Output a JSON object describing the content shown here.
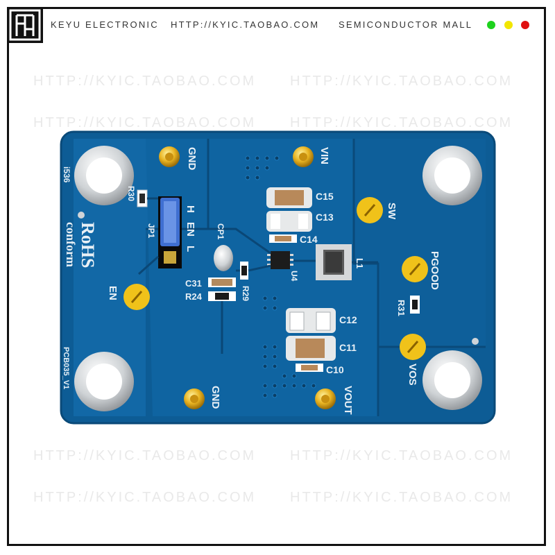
{
  "header": {
    "brand": "KEYU ELECTRONIC",
    "url": "HTTP://KYIC.TAOBAO.COM",
    "mall": "SEMICONDUCTOR MALL",
    "dots": [
      "#1ed21e",
      "#f2e600",
      "#e01010"
    ]
  },
  "watermark": {
    "text": "HTTP://KYIC.TAOBAO.COM"
  },
  "board": {
    "pcb_color": "#0d5c95",
    "labels": {
      "gnd_top": "GND",
      "vin": "VIN",
      "c15": "C15",
      "c13": "C13",
      "c14": "C14",
      "sw": "SW",
      "r30": "R30",
      "h": "H",
      "en_jp": "EN",
      "l": "L",
      "jp1": "JP1",
      "cp1": "CP1",
      "rohs": "RoHS",
      "conform": "conform",
      "pgood": "PGOOD",
      "l1": "L1",
      "u4": "U4",
      "c31": "C31",
      "r24": "R24",
      "r29": "R29",
      "en": "EN",
      "r31": "R31",
      "c12": "C12",
      "c11": "C11",
      "c10": "C10",
      "vos": "VOS",
      "gnd_bottom": "GND",
      "vout": "VOUT",
      "pcb_id": "PCB035_V1",
      "side_mark": "i536"
    }
  }
}
